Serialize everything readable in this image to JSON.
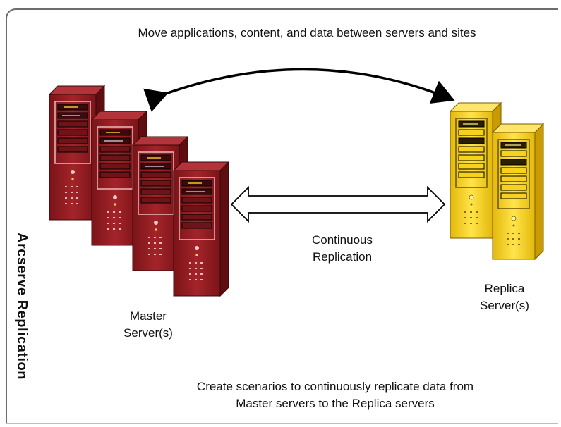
{
  "diagram": {
    "title": "Move applications, content, and data between servers and sites",
    "side_label": "Arcserve Replication",
    "master_label_line1": "Master",
    "master_label_line2": "Server(s)",
    "replica_label_line1": "Replica",
    "replica_label_line2": "Server(s)",
    "replication_label_line1": "Continuous",
    "replication_label_line2": "Replication",
    "caption_line1": "Create scenarios to continuously replicate data from",
    "caption_line2": "Master servers to the Replica servers",
    "master_color": "#9b1c22",
    "replica_color": "#f2cf16"
  }
}
